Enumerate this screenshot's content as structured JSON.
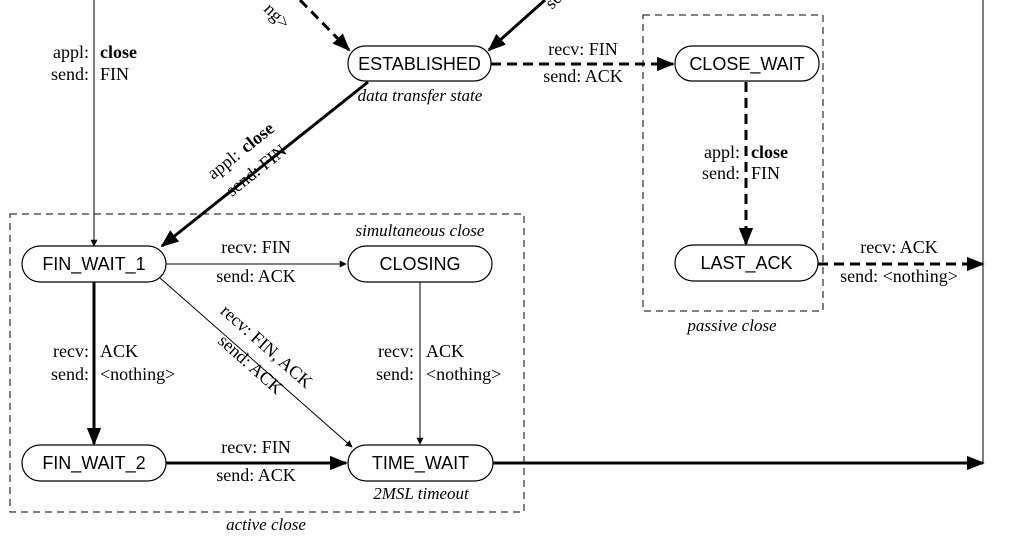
{
  "states": {
    "established": "ESTABLISHED",
    "close_wait": "CLOSE_WAIT",
    "last_ack": "LAST_ACK",
    "fin_wait_1": "FIN_WAIT_1",
    "closing": "CLOSING",
    "fin_wait_2": "FIN_WAIT_2",
    "time_wait": "TIME_WAIT"
  },
  "captions": {
    "data_transfer_state": "data transfer state",
    "simultaneous_close": "simultaneous close",
    "passive_close": "passive close",
    "active_close": "active close",
    "timeout_2msl": "2MSL timeout"
  },
  "clipped": {
    "top_left_fragment": "ng>",
    "top_right_fragment": "se"
  },
  "transitions": {
    "left_appl_close": {
      "appl": "appl:",
      "close": "close",
      "send": "send:",
      "fin": "FIN"
    },
    "established_to_close_wait": {
      "recv": "recv: FIN",
      "send": "send: ACK"
    },
    "close_wait_to_last_ack": {
      "appl": "appl:",
      "close": "close",
      "send": "send:",
      "fin": "FIN"
    },
    "last_ack_exit": {
      "recv": "recv: ACK",
      "send": "send: <nothing>"
    },
    "established_to_fin_wait_1": {
      "appl": "appl:",
      "close": "close",
      "send": "send: FIN"
    },
    "fin_wait_1_to_closing": {
      "recv": "recv: FIN",
      "send": "send: ACK"
    },
    "fin_wait_1_to_time_wait": {
      "recv": "recv: FIN, ACK",
      "send": "send: ACK"
    },
    "fin_wait_1_to_fin_wait_2": {
      "recv": "recv:",
      "ack": "ACK",
      "send": "send:",
      "nothing": "<nothing>"
    },
    "closing_to_time_wait": {
      "recv": "recv:",
      "ack": "ACK",
      "send": "send:",
      "nothing": "<nothing>"
    },
    "fin_wait_2_to_time_wait": {
      "recv": "recv: FIN",
      "send": "send: ACK"
    }
  }
}
